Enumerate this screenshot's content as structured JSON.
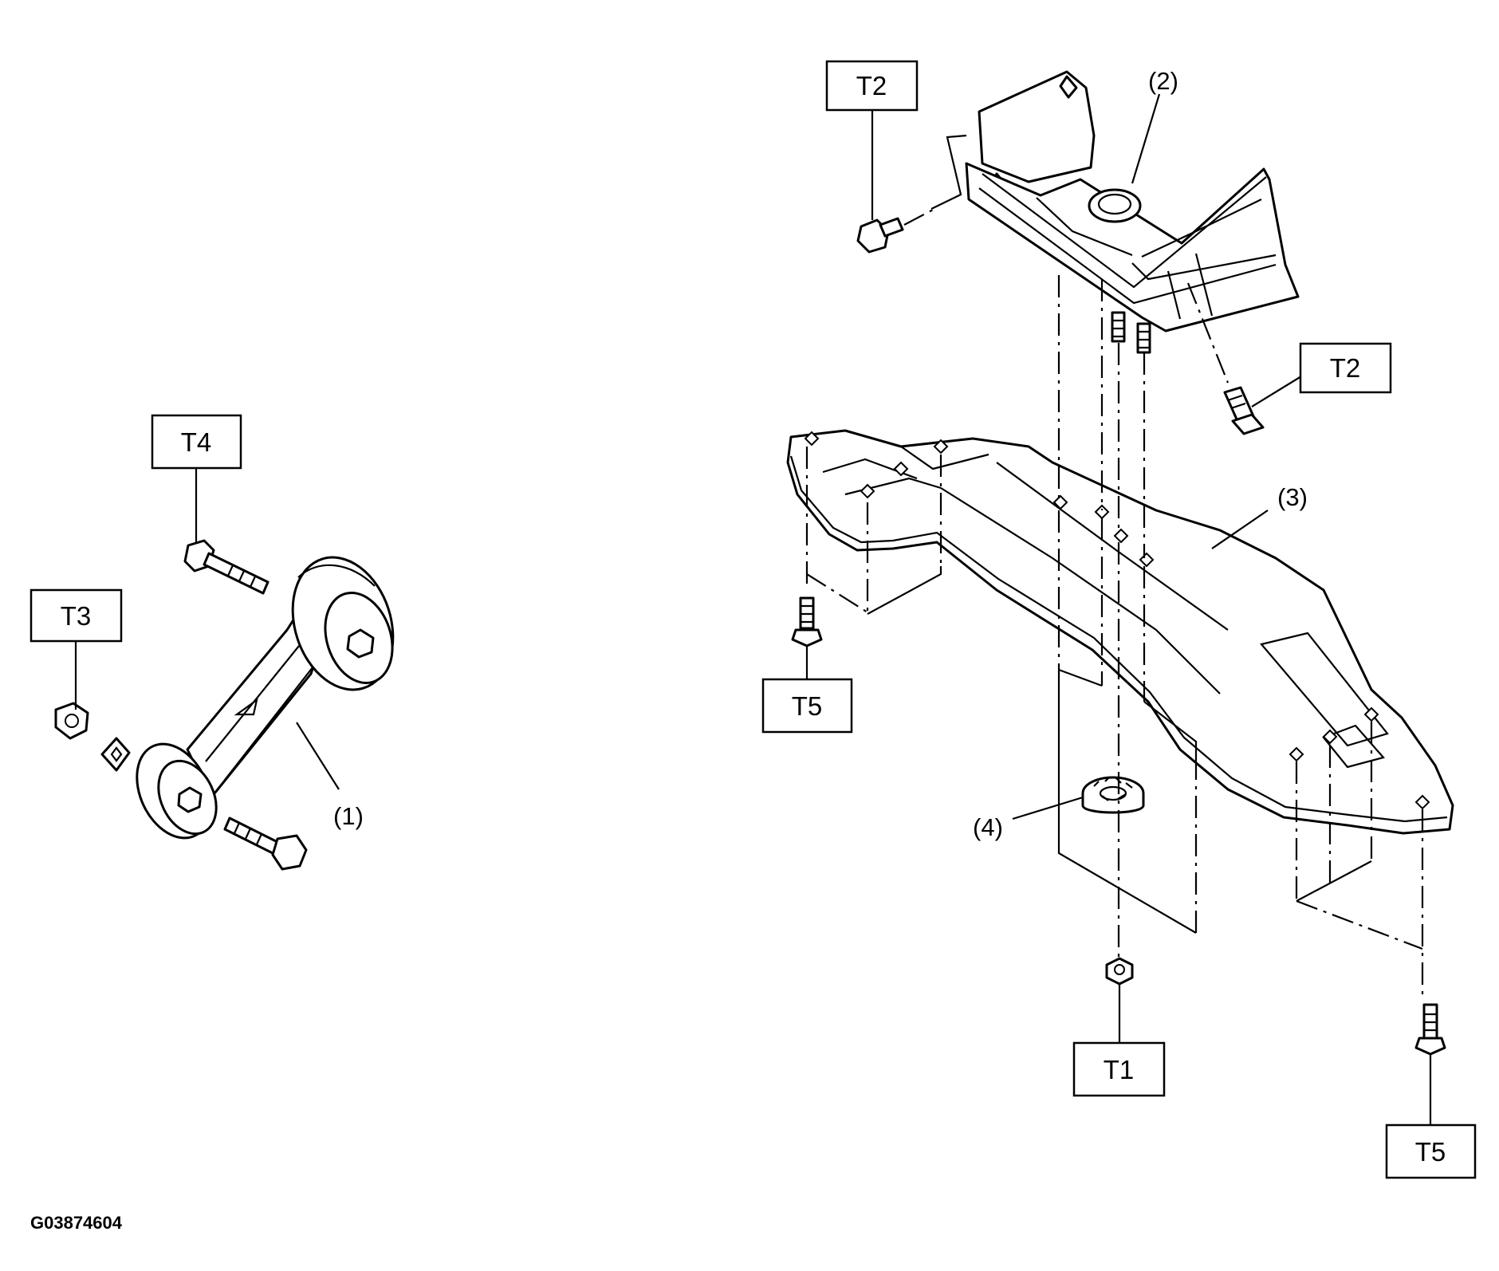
{
  "figure_id": "G03874604",
  "torque_labels": {
    "t2_upper": "T2",
    "t2_right": "T2",
    "t4": "T4",
    "t3": "T3",
    "t5_left": "T5",
    "t1": "T1",
    "t5_right": "T5"
  },
  "callouts": {
    "c1": "(1)",
    "c2": "(2)",
    "c3": "(3)",
    "c4": "(4)"
  }
}
